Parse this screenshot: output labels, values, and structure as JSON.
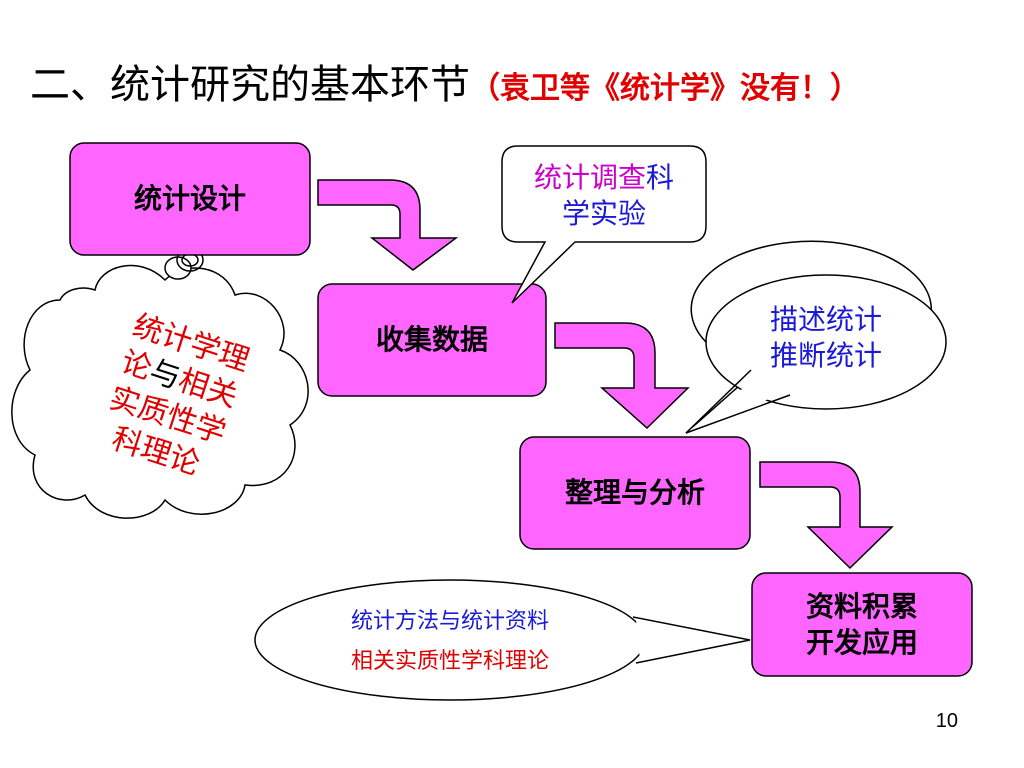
{
  "title": {
    "main": "二、统计研究的基本环节",
    "sub": "（袁卫等《统计学》没有！）"
  },
  "boxes": {
    "design": "统计设计",
    "collect": "收集数据",
    "analyze": "整理与分析",
    "accumulate_line1": "资料积累",
    "accumulate_line2": "开发应用"
  },
  "callouts": {
    "survey_part1": "统计调查",
    "survey_part2": "科",
    "survey_line2": "学实验",
    "describe_line1": "描述统计",
    "describe_line2": "推断统计",
    "cloud_line1": "统计学理",
    "cloud_line2_a": "论",
    "cloud_line2_b": "与",
    "cloud_line2_c": "相关",
    "cloud_line3": "实质性学",
    "cloud_line4": "科理论",
    "bottom_line1": "统计方法与统计资料",
    "bottom_line2": "相关实质性学科理论"
  },
  "page_number": "10",
  "colors": {
    "box_fill": "#ff66ff",
    "arrow_fill": "#ff66ff",
    "accent_red": "#e00000",
    "accent_blue": "#1a1ad6",
    "magenta_text": "#cc00cc"
  }
}
